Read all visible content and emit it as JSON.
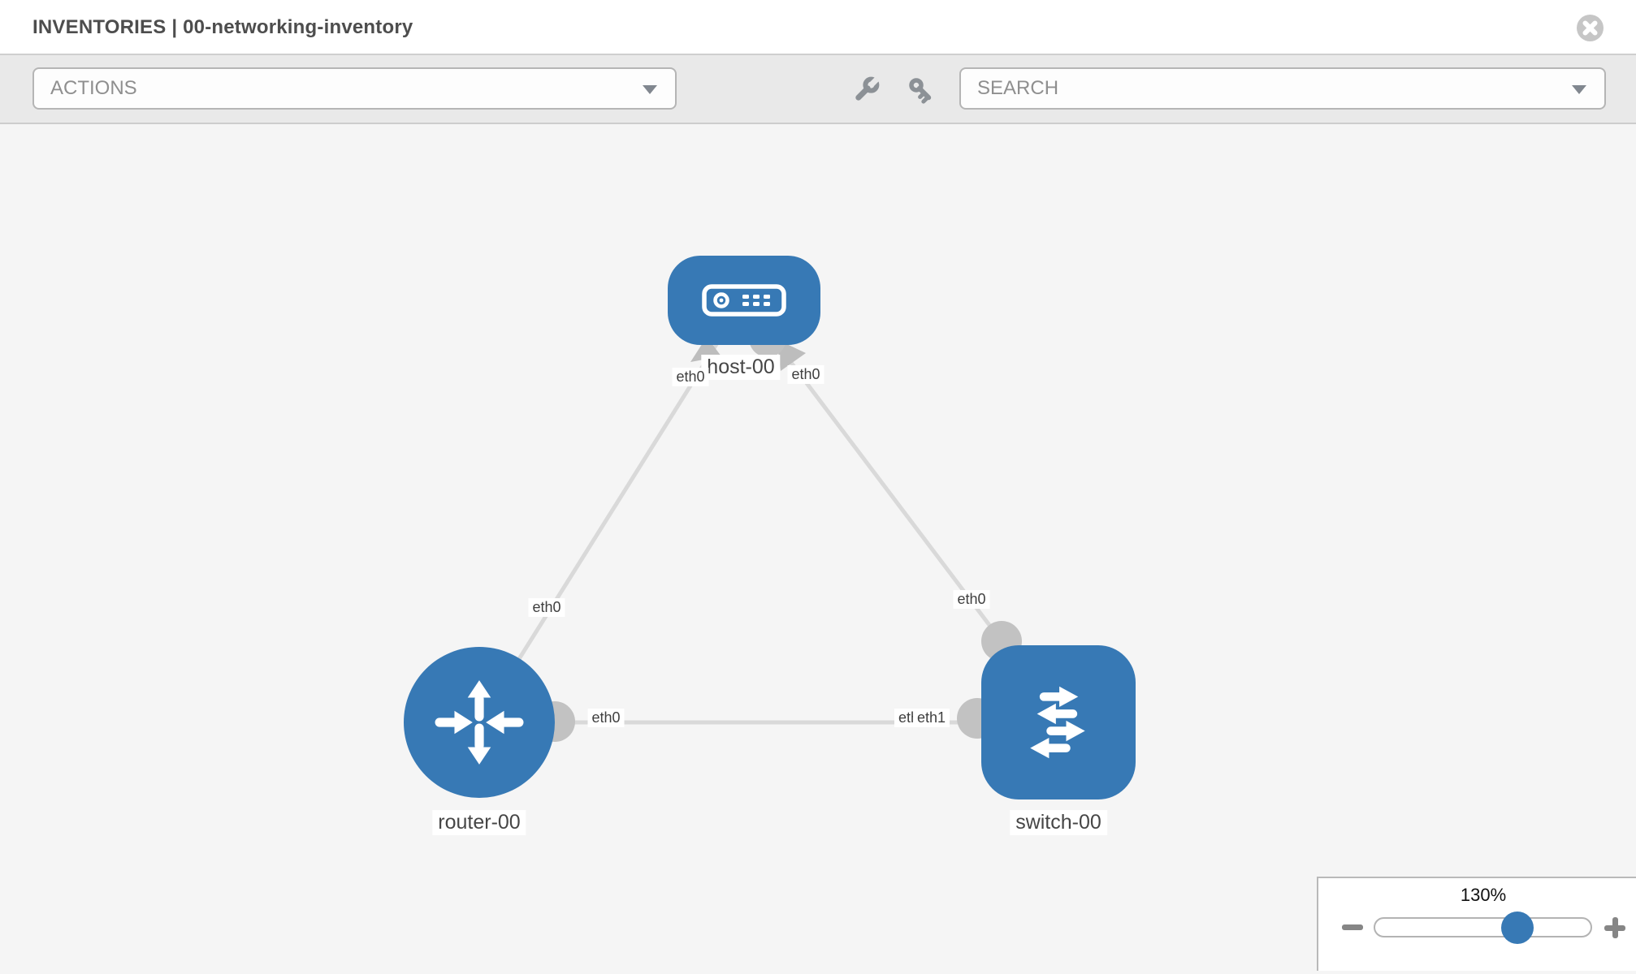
{
  "header": {
    "title": "INVENTORIES | 00-networking-inventory"
  },
  "toolbar": {
    "actions_label": "ACTIONS",
    "search_label": "SEARCH"
  },
  "diagram": {
    "nodes": [
      {
        "label": "host-00",
        "type": "host"
      },
      {
        "label": "router-00",
        "type": "router"
      },
      {
        "label": "switch-00",
        "type": "switch"
      }
    ],
    "links": [
      {
        "from": "host-00",
        "to": "router-00",
        "from_if": "eth0",
        "to_if": "eth0"
      },
      {
        "from": "host-00",
        "to": "switch-00",
        "from_if": "eth0",
        "to_if": "eth0"
      },
      {
        "from": "router-00",
        "to": "switch-00",
        "from_if": "eth0",
        "to_if": "eth1"
      }
    ],
    "interface_labels": {
      "host_left": "eth0",
      "host_right": "eth0",
      "host_router_link": "eth0",
      "host_switch_link": "eth0",
      "router_switch_router_end": "eth0",
      "router_switch_switch_end_under": "eth0",
      "router_switch_switch_end_over": "eth1"
    }
  },
  "zoom_control": {
    "level": "130%",
    "percent": 65
  },
  "colors": {
    "node_blue": "#3779b5",
    "link_gray": "#d9d9d9",
    "connector_gray": "#c2c2c2",
    "canvas_bg": "#f5f5f5",
    "toolbar_bg": "#e9e9e9",
    "title_text": "#4d4d4d"
  }
}
